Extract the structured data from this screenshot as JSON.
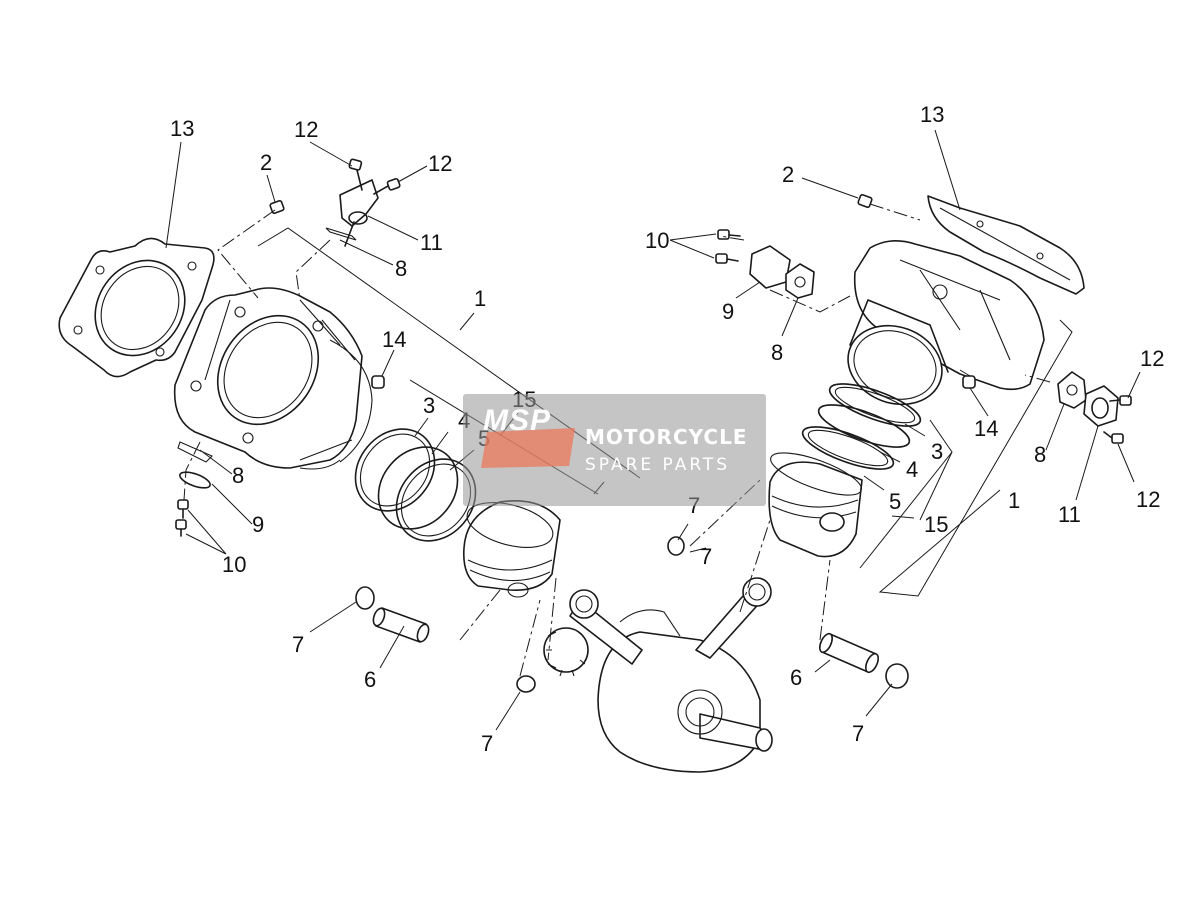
{
  "callouts": {
    "c13l": "13",
    "c2l": "2",
    "c12la": "12",
    "c12lb": "12",
    "c11l": "11",
    "c8la": "8",
    "c1l": "1",
    "c14l": "14",
    "c3l": "3",
    "c4l": "4",
    "c5l": "5",
    "c15l": "15",
    "c8lb": "8",
    "c9l": "9",
    "c10l": "10",
    "c7la": "7",
    "c6l": "6",
    "c7lb": "7",
    "c13r": "13",
    "c2r": "2",
    "c10r": "10",
    "c9r": "9",
    "c8ra": "8",
    "c12ra": "12",
    "c14r": "14",
    "c3r": "3",
    "c4r": "4",
    "c5r": "5",
    "c15r": "15",
    "c1r": "1",
    "c8rb": "8",
    "c11r": "11",
    "c12rb": "12",
    "c7ra": "7",
    "c7rb": "7",
    "c6r": "6",
    "c7rc": "7"
  },
  "watermark": {
    "logo": "MSP",
    "line1": "MOTORCYCLE",
    "line2": "SPARE PARTS"
  }
}
